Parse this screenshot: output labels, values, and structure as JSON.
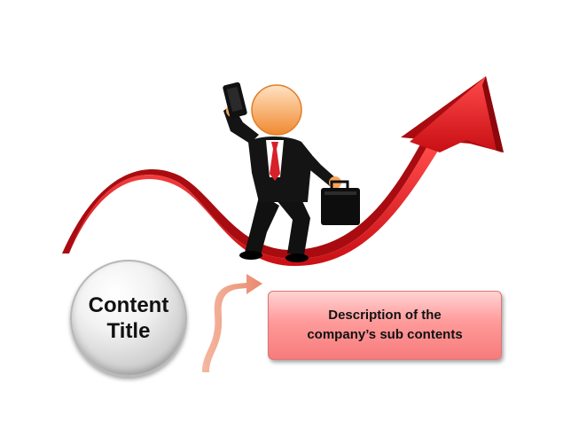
{
  "content_title": {
    "line1": "Content",
    "line2": "Title"
  },
  "description": {
    "line1": "Description of the",
    "line2": "company’s sub contents"
  },
  "colors": {
    "arrow_red": "#e02020",
    "connector_salmon": "#f0a08a",
    "box_pink": "#ff9a9a",
    "face_orange": "#f7a55a",
    "tie_red": "#d8202a"
  },
  "icons": [
    "rising-arrow-icon",
    "businessman-icon",
    "phone-icon",
    "briefcase-icon",
    "connector-arrow-icon"
  ]
}
